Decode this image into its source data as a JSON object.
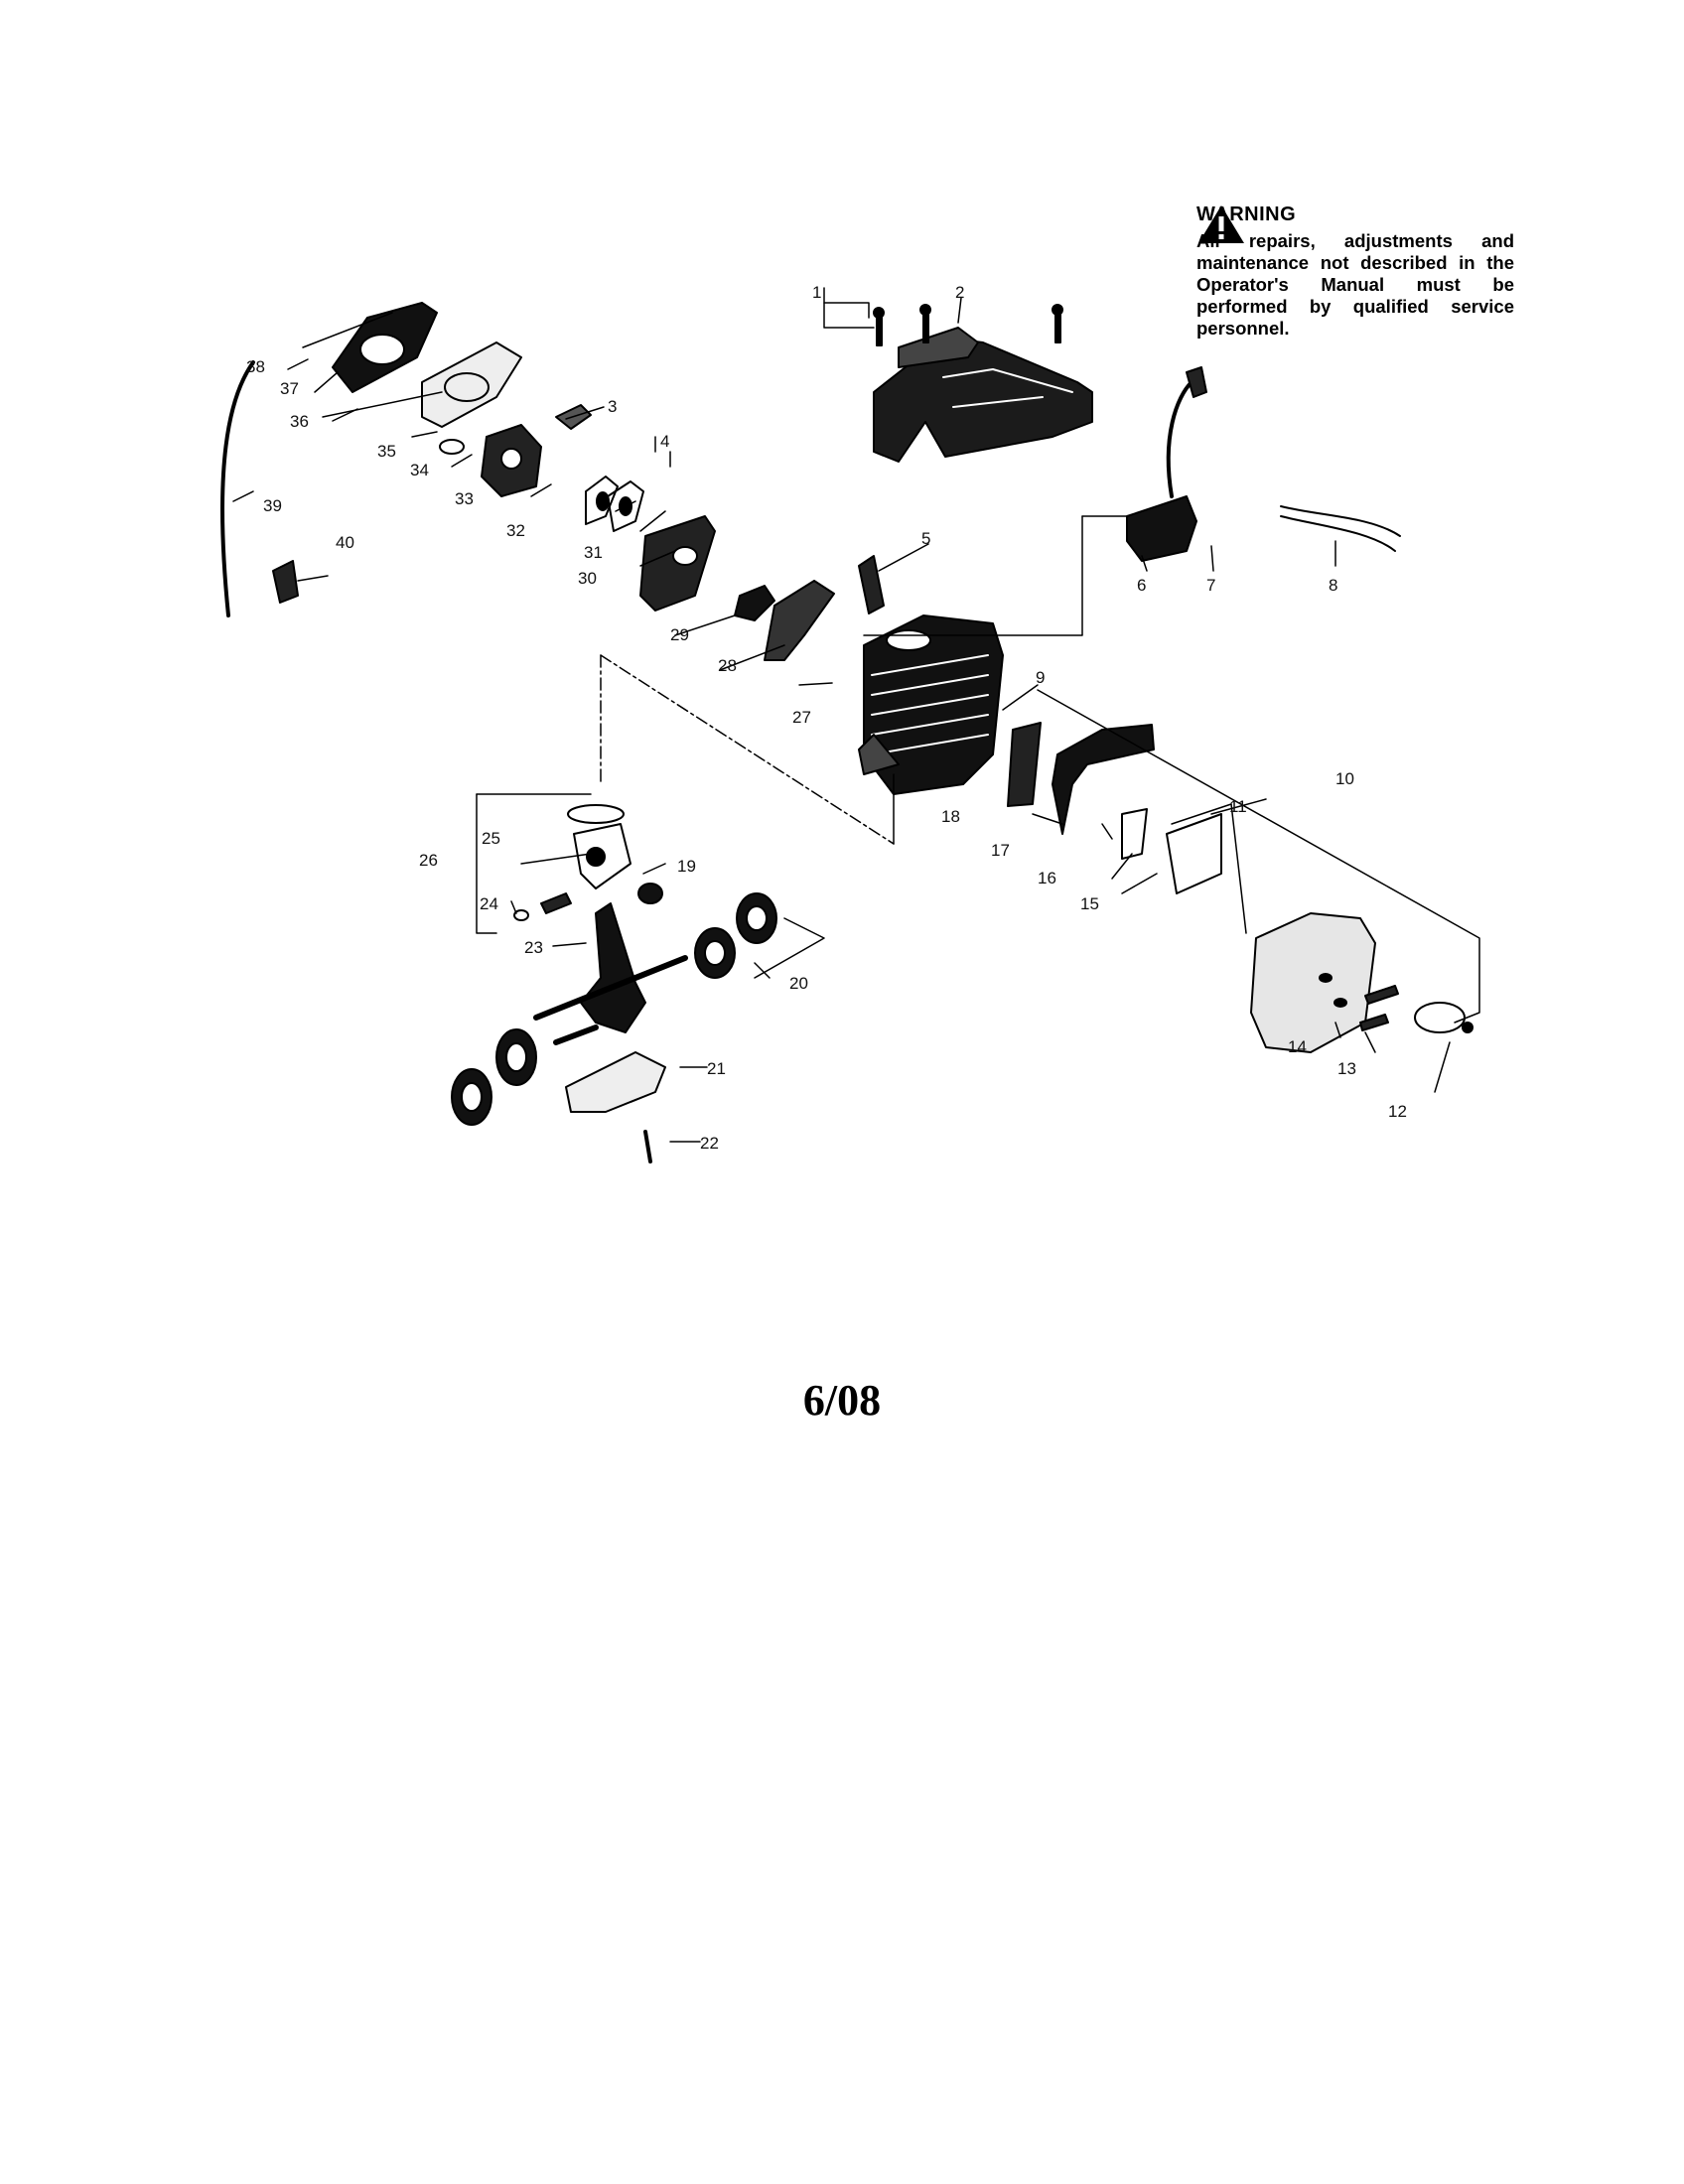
{
  "warning": {
    "icon": "warning-triangle-icon",
    "title": "WARNING",
    "text": "All repairs, adjustments and maintenance not described in the Operator's Manual must be performed by qualified service personnel."
  },
  "date_code": "6/08",
  "part_labels": {
    "p1": "1",
    "p2": "2",
    "p3": "3",
    "p4": "4",
    "p5": "5",
    "p6": "6",
    "p7": "7",
    "p8": "8",
    "p9": "9",
    "p10": "10",
    "p11": "11",
    "p12": "12",
    "p13": "13",
    "p14": "14",
    "p15": "15",
    "p16": "16",
    "p17": "17",
    "p18": "18",
    "p19": "19",
    "p20": "20",
    "p21": "21",
    "p22": "22",
    "p23": "23",
    "p24": "24",
    "p25": "25",
    "p26": "26",
    "p27": "27",
    "p28": "28",
    "p29": "29",
    "p30": "30",
    "p31": "31",
    "p32": "32",
    "p33": "33",
    "p34": "34",
    "p35": "35",
    "p36": "36",
    "p37": "37",
    "p38": "38",
    "p39": "39",
    "p40": "40"
  }
}
